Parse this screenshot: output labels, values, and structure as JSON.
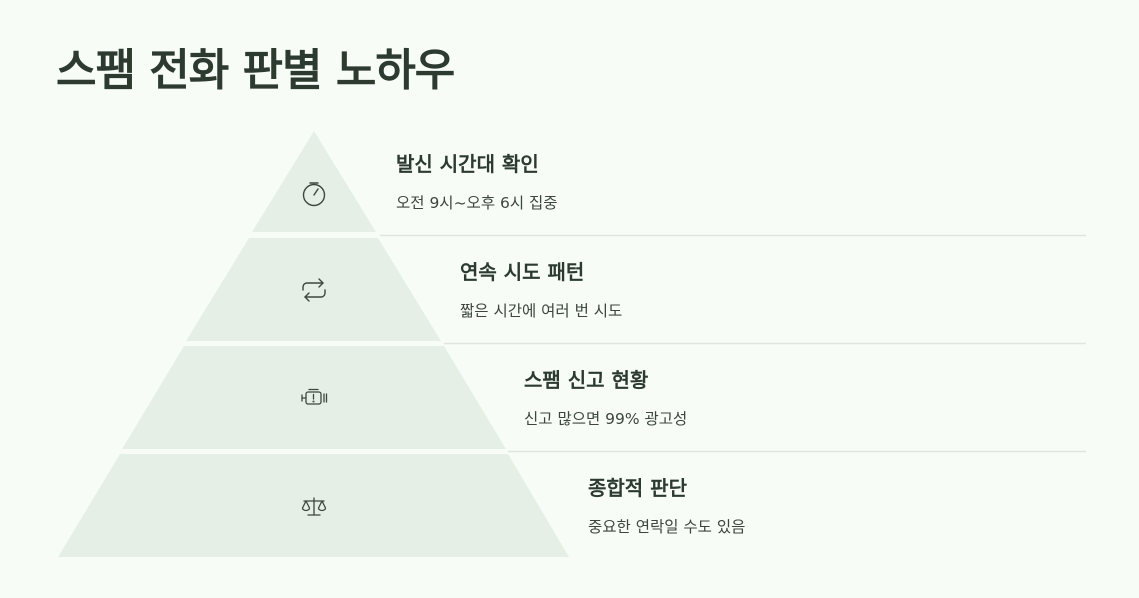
{
  "title": "스팸 전화 판별 노하우",
  "colors": {
    "background": "#f7fcf7",
    "tier_fill": "#e6efe5",
    "divider": "#dfe6df",
    "text": "#2c3a2f",
    "icon_stroke": "#3b463d"
  },
  "tiers": [
    {
      "title": "발신 시간대 확인",
      "desc": "오전 9시~오후 6시 집중",
      "icon": "timer-icon"
    },
    {
      "title": "연속 시도 패턴",
      "desc": "짧은 시간에 여러 번 시도",
      "icon": "repeat-arrows-icon"
    },
    {
      "title": "스팸 신고 현황",
      "desc": "신고 많으면 99% 광고성",
      "icon": "alert-engine-icon"
    },
    {
      "title": "종합적 판단",
      "desc": "중요한 연락일 수도 있음",
      "icon": "balance-scale-icon"
    }
  ]
}
